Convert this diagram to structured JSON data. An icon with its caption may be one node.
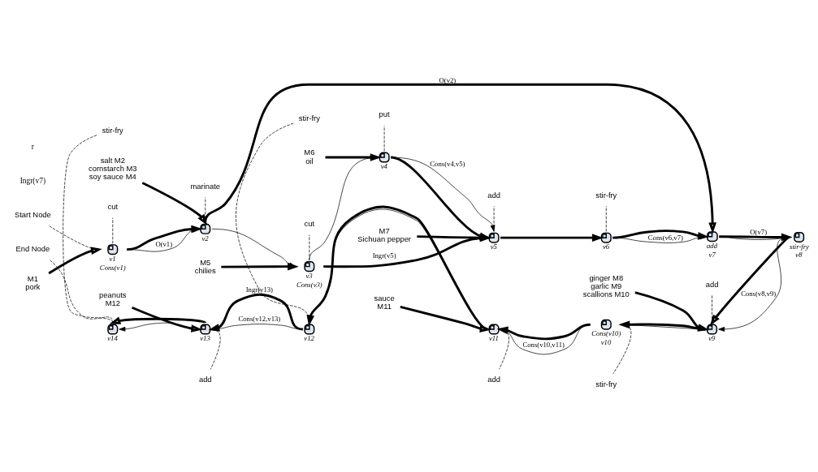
{
  "diagram": {
    "nodes": [
      {
        "text": [
          "M1",
          "pork"
        ]
      },
      {
        "text": [
          "cut"
        ]
      },
      {
        "text": [
          "Start Node"
        ]
      },
      {
        "text": [],
        "shape": "circle",
        "beside": [
          "v1",
          "Cons(v1)"
        ]
      },
      {
        "text": [
          "marinate"
        ]
      },
      {
        "text": [],
        "shape": "circle",
        "beside": [
          "v2"
        ]
      },
      {
        "text": [
          "salt M2",
          "cornstarch M3",
          "soy sauce M4"
        ]
      },
      {
        "text": [
          "M5",
          "chilies"
        ]
      },
      {
        "text": [
          "cut"
        ]
      },
      {
        "text": [],
        "shape": "circle",
        "beside": [
          "v3",
          "Cons(v3)"
        ]
      },
      {
        "text": [
          "M6",
          "oil"
        ]
      },
      {
        "text": [
          "put"
        ]
      },
      {
        "text": [],
        "shape": "circle",
        "beside": [
          "v4"
        ]
      },
      {
        "text": [
          "add"
        ]
      },
      {
        "text": [
          "M7",
          "Sichuan pepper"
        ]
      },
      {
        "text": [],
        "shape": "circle",
        "beside": [
          "v5"
        ]
      },
      {
        "text": [
          "stir-fry"
        ]
      },
      {
        "text": [],
        "shape": "circle",
        "beside": [
          "v6"
        ]
      },
      {
        "text": [],
        "shape": "circle",
        "beside": [
          "add",
          "v7"
        ]
      },
      {
        "text": [],
        "shape": "circle",
        "beside": [
          "stir-fry",
          "v8"
        ]
      },
      {
        "text": [
          "End Node"
        ]
      },
      {
        "text": [],
        "shape": "circle",
        "beside": [
          "v14"
        ]
      },
      {
        "text": [],
        "shape": "circle",
        "beside": [
          "v13"
        ]
      },
      {
        "text": [],
        "shape": "circle",
        "beside": [
          "v12"
        ]
      },
      {
        "text": [],
        "shape": "circle",
        "beside": [
          "v11"
        ]
      },
      {
        "text": [],
        "shape": "circle",
        "beside": [
          "Cons(v10)",
          "v10"
        ]
      },
      {
        "text": [],
        "shape": "circle",
        "beside": [
          "v9"
        ]
      },
      {
        "text": [
          "peanuts",
          "M12"
        ]
      },
      {
        "text": [
          "sauce",
          "M11"
        ]
      },
      {
        "text": [
          "ginger M8",
          "garlic M9",
          "scallions M10"
        ]
      },
      {
        "text": [
          "stir-fry"
        ]
      },
      {
        "text": [
          "add"
        ]
      },
      {
        "text": [
          "stir-fry"
        ]
      },
      {
        "text": [
          "add"
        ]
      },
      {
        "text": [
          "stir-fry"
        ]
      },
      {
        "text": [
          "add"
        ]
      }
    ],
    "edges": [
      {
        "from": 3,
        "to": 5,
        "arrow": "to",
        "style": "thick"
      },
      {
        "from": 3,
        "to": 5,
        "arrow": "to",
        "label": "O(v1)"
      },
      {
        "from": 5,
        "to": 9,
        "arrow": "to"
      },
      {
        "from": 5,
        "to": 18,
        "arrow": "to",
        "style": "thick",
        "label": "O(v2)"
      },
      {
        "from": 9,
        "to": 12,
        "arrow": "to"
      },
      {
        "from": 9,
        "to": 15,
        "arrow": "to",
        "style": "thick",
        "label": "Ingr(v5)"
      },
      {
        "from": 12,
        "to": 15,
        "arrow": "to",
        "style": "thick"
      },
      {
        "from": 12,
        "to": 15,
        "arrow": "to",
        "label": "Cons(v4,v5)"
      },
      {
        "from": 15,
        "to": 17,
        "arrow": "to",
        "style": "thick"
      },
      {
        "from": 15,
        "to": 17,
        "arrow": "to"
      },
      {
        "from": 17,
        "to": 18,
        "arrow": "to",
        "style": "thick"
      },
      {
        "from": 17,
        "to": 18,
        "arrow": "to",
        "label": "Cons(v6,v7)"
      },
      {
        "from": 18,
        "to": 19,
        "arrow": "to",
        "style": "thick",
        "label": "O(v7)"
      },
      {
        "from": 18,
        "to": 19,
        "arrow": "to"
      },
      {
        "from": 19,
        "to": 26,
        "arrow": "to",
        "style": "thick"
      },
      {
        "from": 19,
        "to": 26,
        "arrow": "to",
        "label": "Cons(v8,v9)"
      },
      {
        "from": 26,
        "to": 25,
        "arrow": "to",
        "style": "thick"
      },
      {
        "from": 26,
        "to": 25,
        "arrow": "to"
      },
      {
        "from": 25,
        "to": 24,
        "arrow": "to",
        "style": "thick"
      },
      {
        "from": 25,
        "to": 24,
        "arrow": "to",
        "label": "Cons(v10,v11)"
      },
      {
        "from": 24,
        "to": 23,
        "arrow": "to",
        "style": "thick"
      },
      {
        "from": 24,
        "to": 23,
        "arrow": "to"
      },
      {
        "from": 23,
        "to": 22,
        "arrow": "to",
        "style": "thick",
        "label": "Ingr(v13)"
      },
      {
        "from": 23,
        "to": 22,
        "arrow": "to",
        "label": "Cons(v12,v13)"
      },
      {
        "from": 22,
        "to": 21,
        "arrow": "to",
        "style": "thick"
      },
      {
        "from": 22,
        "to": 21,
        "arrow": "to"
      },
      {
        "from": 0,
        "to": 3,
        "arrow": "to",
        "style": "thick"
      },
      {
        "from": 6,
        "to": 5,
        "arrow": "to",
        "style": "thick"
      },
      {
        "from": 7,
        "to": 9,
        "arrow": "to",
        "style": "thick"
      },
      {
        "from": 10,
        "to": 12,
        "arrow": "to",
        "style": "thick"
      },
      {
        "from": 14,
        "to": 15,
        "arrow": "to",
        "style": "thick"
      },
      {
        "from": 29,
        "to": 26,
        "arrow": "to",
        "style": "thick"
      },
      {
        "from": 28,
        "to": 24,
        "arrow": "to",
        "style": "thick"
      },
      {
        "from": 27,
        "to": 22,
        "arrow": "to",
        "style": "thick"
      },
      {
        "from": 1,
        "to": 3,
        "arrow": "none",
        "style": "dashed"
      },
      {
        "from": 2,
        "to": 3,
        "arrow": "none",
        "style": "dashed"
      },
      {
        "from": 4,
        "to": 5,
        "arrow": "none",
        "style": "dashed"
      },
      {
        "from": 8,
        "to": 9,
        "arrow": "none",
        "style": "dashed"
      },
      {
        "from": 11,
        "to": 12,
        "arrow": "none",
        "style": "dashed"
      },
      {
        "from": 13,
        "to": 15,
        "arrow": "none",
        "style": "dashed"
      },
      {
        "from": 16,
        "to": 17,
        "arrow": "none",
        "style": "dashed"
      },
      {
        "from": 20,
        "to": 21,
        "arrow": "none",
        "style": "dashed"
      },
      {
        "from": 30,
        "to": 21,
        "arrow": "none",
        "style": "dashed"
      },
      {
        "from": 31,
        "to": 22,
        "arrow": "none",
        "style": "dashed"
      },
      {
        "from": 32,
        "to": 23,
        "arrow": "none",
        "style": "dashed"
      },
      {
        "from": 33,
        "to": 24,
        "arrow": "none",
        "style": "dashed"
      },
      {
        "from": 34,
        "to": 25,
        "arrow": "none",
        "style": "dashed"
      },
      {
        "from": 35,
        "to": 26,
        "arrow": "none",
        "style": "dashed"
      }
    ],
    "labels": [
      "Ingr(v7)",
      "r"
    ]
  }
}
